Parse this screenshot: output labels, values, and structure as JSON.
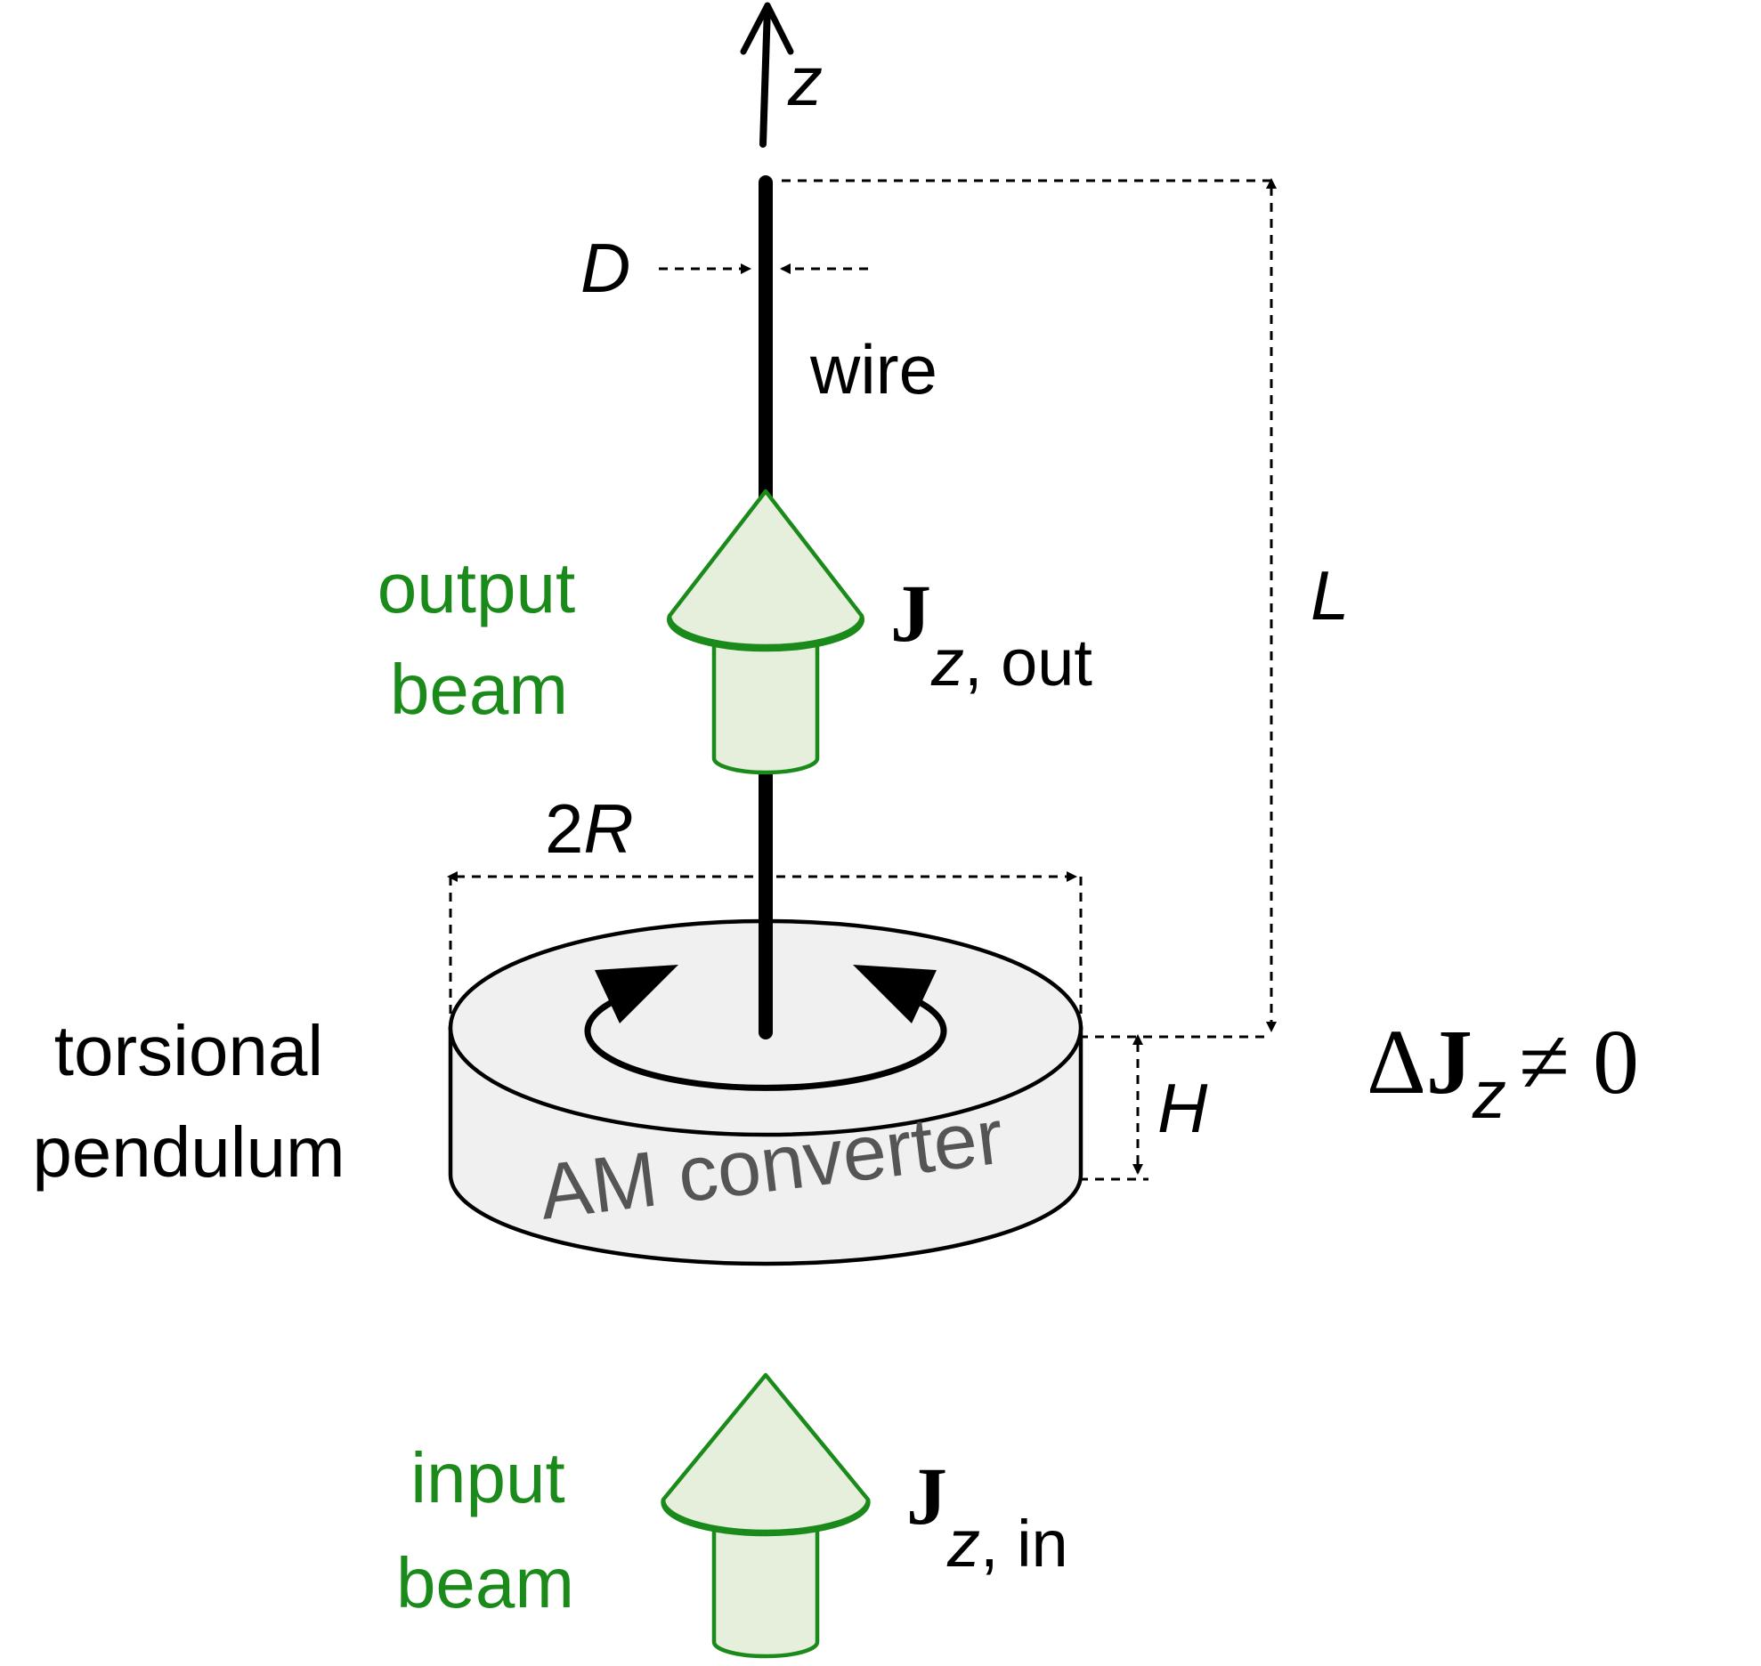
{
  "axis": {
    "label": "z"
  },
  "wire": {
    "label": "wire",
    "diameter_label": "D",
    "length_label": "L"
  },
  "output_beam": {
    "line1": "output",
    "line2": "beam",
    "symbol": "J",
    "subscript_var": "z",
    "subscript_text": ", out"
  },
  "input_beam": {
    "line1": "input",
    "line2": "beam",
    "symbol": "J",
    "subscript_var": "z",
    "subscript_text": ", in"
  },
  "converter": {
    "label": "AM converter",
    "radius_label_prefix": "2",
    "radius_label_var": "R",
    "height_label": "H"
  },
  "pendulum": {
    "line1": "torsional",
    "line2": "pendulum"
  },
  "result": {
    "delta": "Δ",
    "symbol": "J",
    "subscript_var": "z",
    "relation": "≠ 0"
  },
  "colors": {
    "beam_stroke": "#1a8a1a",
    "beam_fill": "#e6efdc",
    "beam_text": "#1a8a1a",
    "converter_fill": "#f0f0f0",
    "converter_text": "#555555",
    "line": "#000000"
  }
}
